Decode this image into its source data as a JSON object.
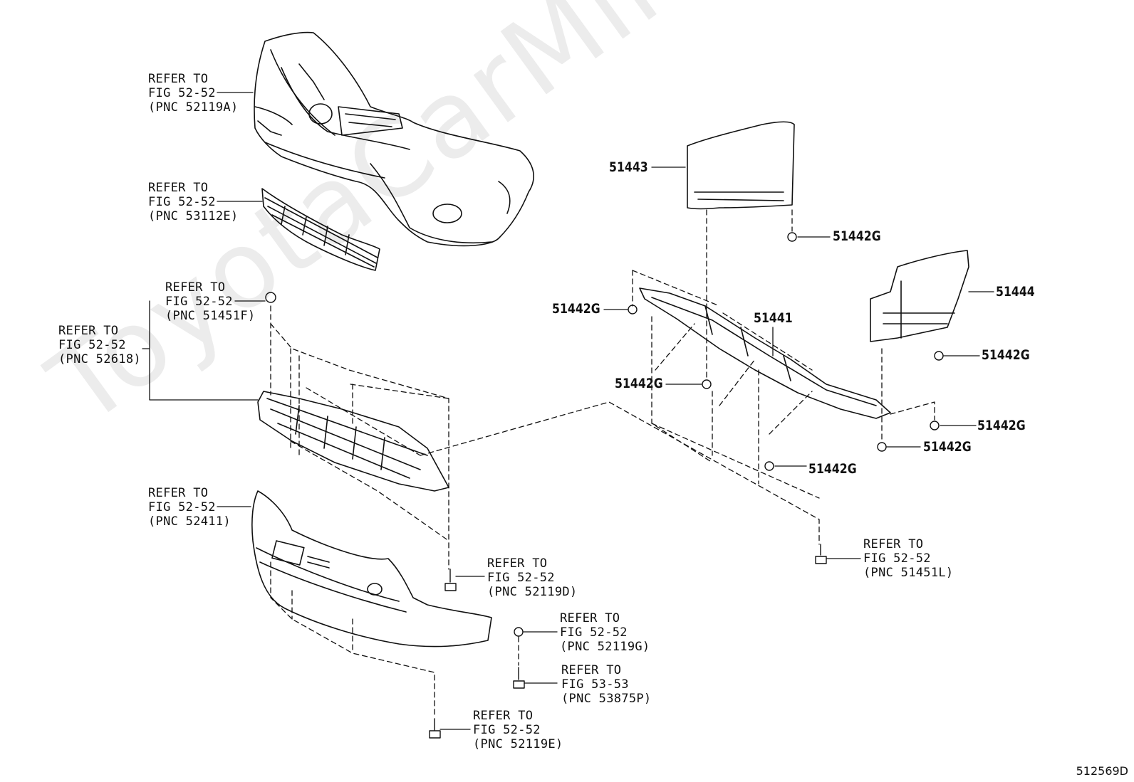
{
  "watermark": "ToyotaCarMine.ru",
  "figure_id": "512569D",
  "callouts": {
    "bumper_cover": {
      "refer": "REFER TO",
      "fig": "FIG 52-52",
      "pnc": "(PNC 52119A)"
    },
    "grille": {
      "refer": "REFER TO",
      "fig": "FIG 52-52",
      "pnc": "(PNC 53112E)"
    },
    "clip_51451f": {
      "refer": "REFER TO",
      "fig": "FIG 52-52",
      "pnc": "(PNC 51451F)"
    },
    "absorber_52618": {
      "refer": "REFER TO",
      "fig": "FIG 52-52",
      "pnc": "(PNC 52618)"
    },
    "lower_52411": {
      "refer": "REFER TO",
      "fig": "FIG 52-52",
      "pnc": "(PNC 52411)"
    },
    "bolt_52119d": {
      "refer": "REFER TO",
      "fig": "FIG 52-52",
      "pnc": "(PNC 52119D)"
    },
    "clip_52119g": {
      "refer": "REFER TO",
      "fig": "FIG 52-52",
      "pnc": "(PNC 52119G)"
    },
    "screw_53875p": {
      "refer": "REFER TO",
      "fig": "FIG 53-53",
      "pnc": "(PNC 53875P)"
    },
    "bolt_52119e": {
      "refer": "REFER TO",
      "fig": "FIG 52-52",
      "pnc": "(PNC 52119E)"
    },
    "bolt_51451l": {
      "refer": "REFER TO",
      "fig": "FIG 52-52",
      "pnc": "(PNC 51451L)"
    }
  },
  "part_numbers": {
    "p51443": "51443",
    "p51444": "51444",
    "p51441": "51441",
    "g1": "51442G",
    "g2": "51442G",
    "g3": "51442G",
    "g4": "51442G",
    "g5": "51442G",
    "g6": "51442G",
    "g7": "51442G"
  }
}
